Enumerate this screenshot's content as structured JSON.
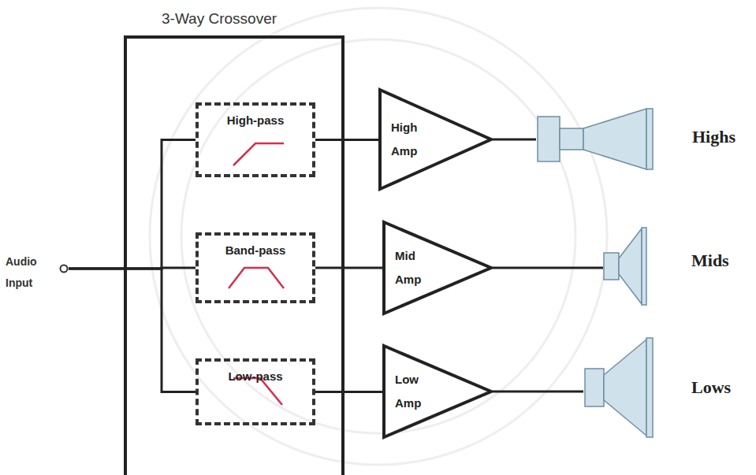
{
  "diagram": {
    "nodes": [
      {
        "text": [
          "Audio Input"
        ]
      },
      {
        "text": [
          "3-Way Crossover"
        ]
      },
      {
        "text": [
          "High-pass"
        ],
        "in": 1
      },
      {
        "text": [
          "Band-pass"
        ],
        "in": 1
      },
      {
        "text": [
          "Low-pass"
        ],
        "in": 1
      },
      {
        "text": [
          "High Amp"
        ]
      },
      {
        "text": [
          "Mid Amp"
        ]
      },
      {
        "text": [
          "Low Amp"
        ]
      },
      {
        "text": [
          "Highs"
        ]
      },
      {
        "text": [
          "Mids"
        ]
      },
      {
        "text": [
          "Lows"
        ]
      }
    ],
    "edges": [
      {
        "from": 0,
        "to": 2,
        "arrow": "none"
      },
      {
        "from": 0,
        "to": 3,
        "arrow": "none"
      },
      {
        "from": 0,
        "to": 4,
        "arrow": "none"
      },
      {
        "from": 2,
        "to": 5,
        "arrow": "none"
      },
      {
        "from": 3,
        "to": 6,
        "arrow": "none"
      },
      {
        "from": 4,
        "to": 7,
        "arrow": "none"
      },
      {
        "from": 5,
        "to": 8,
        "arrow": "none"
      },
      {
        "from": 6,
        "to": 9,
        "arrow": "none"
      },
      {
        "from": 7,
        "to": 10,
        "arrow": "none"
      }
    ]
  }
}
